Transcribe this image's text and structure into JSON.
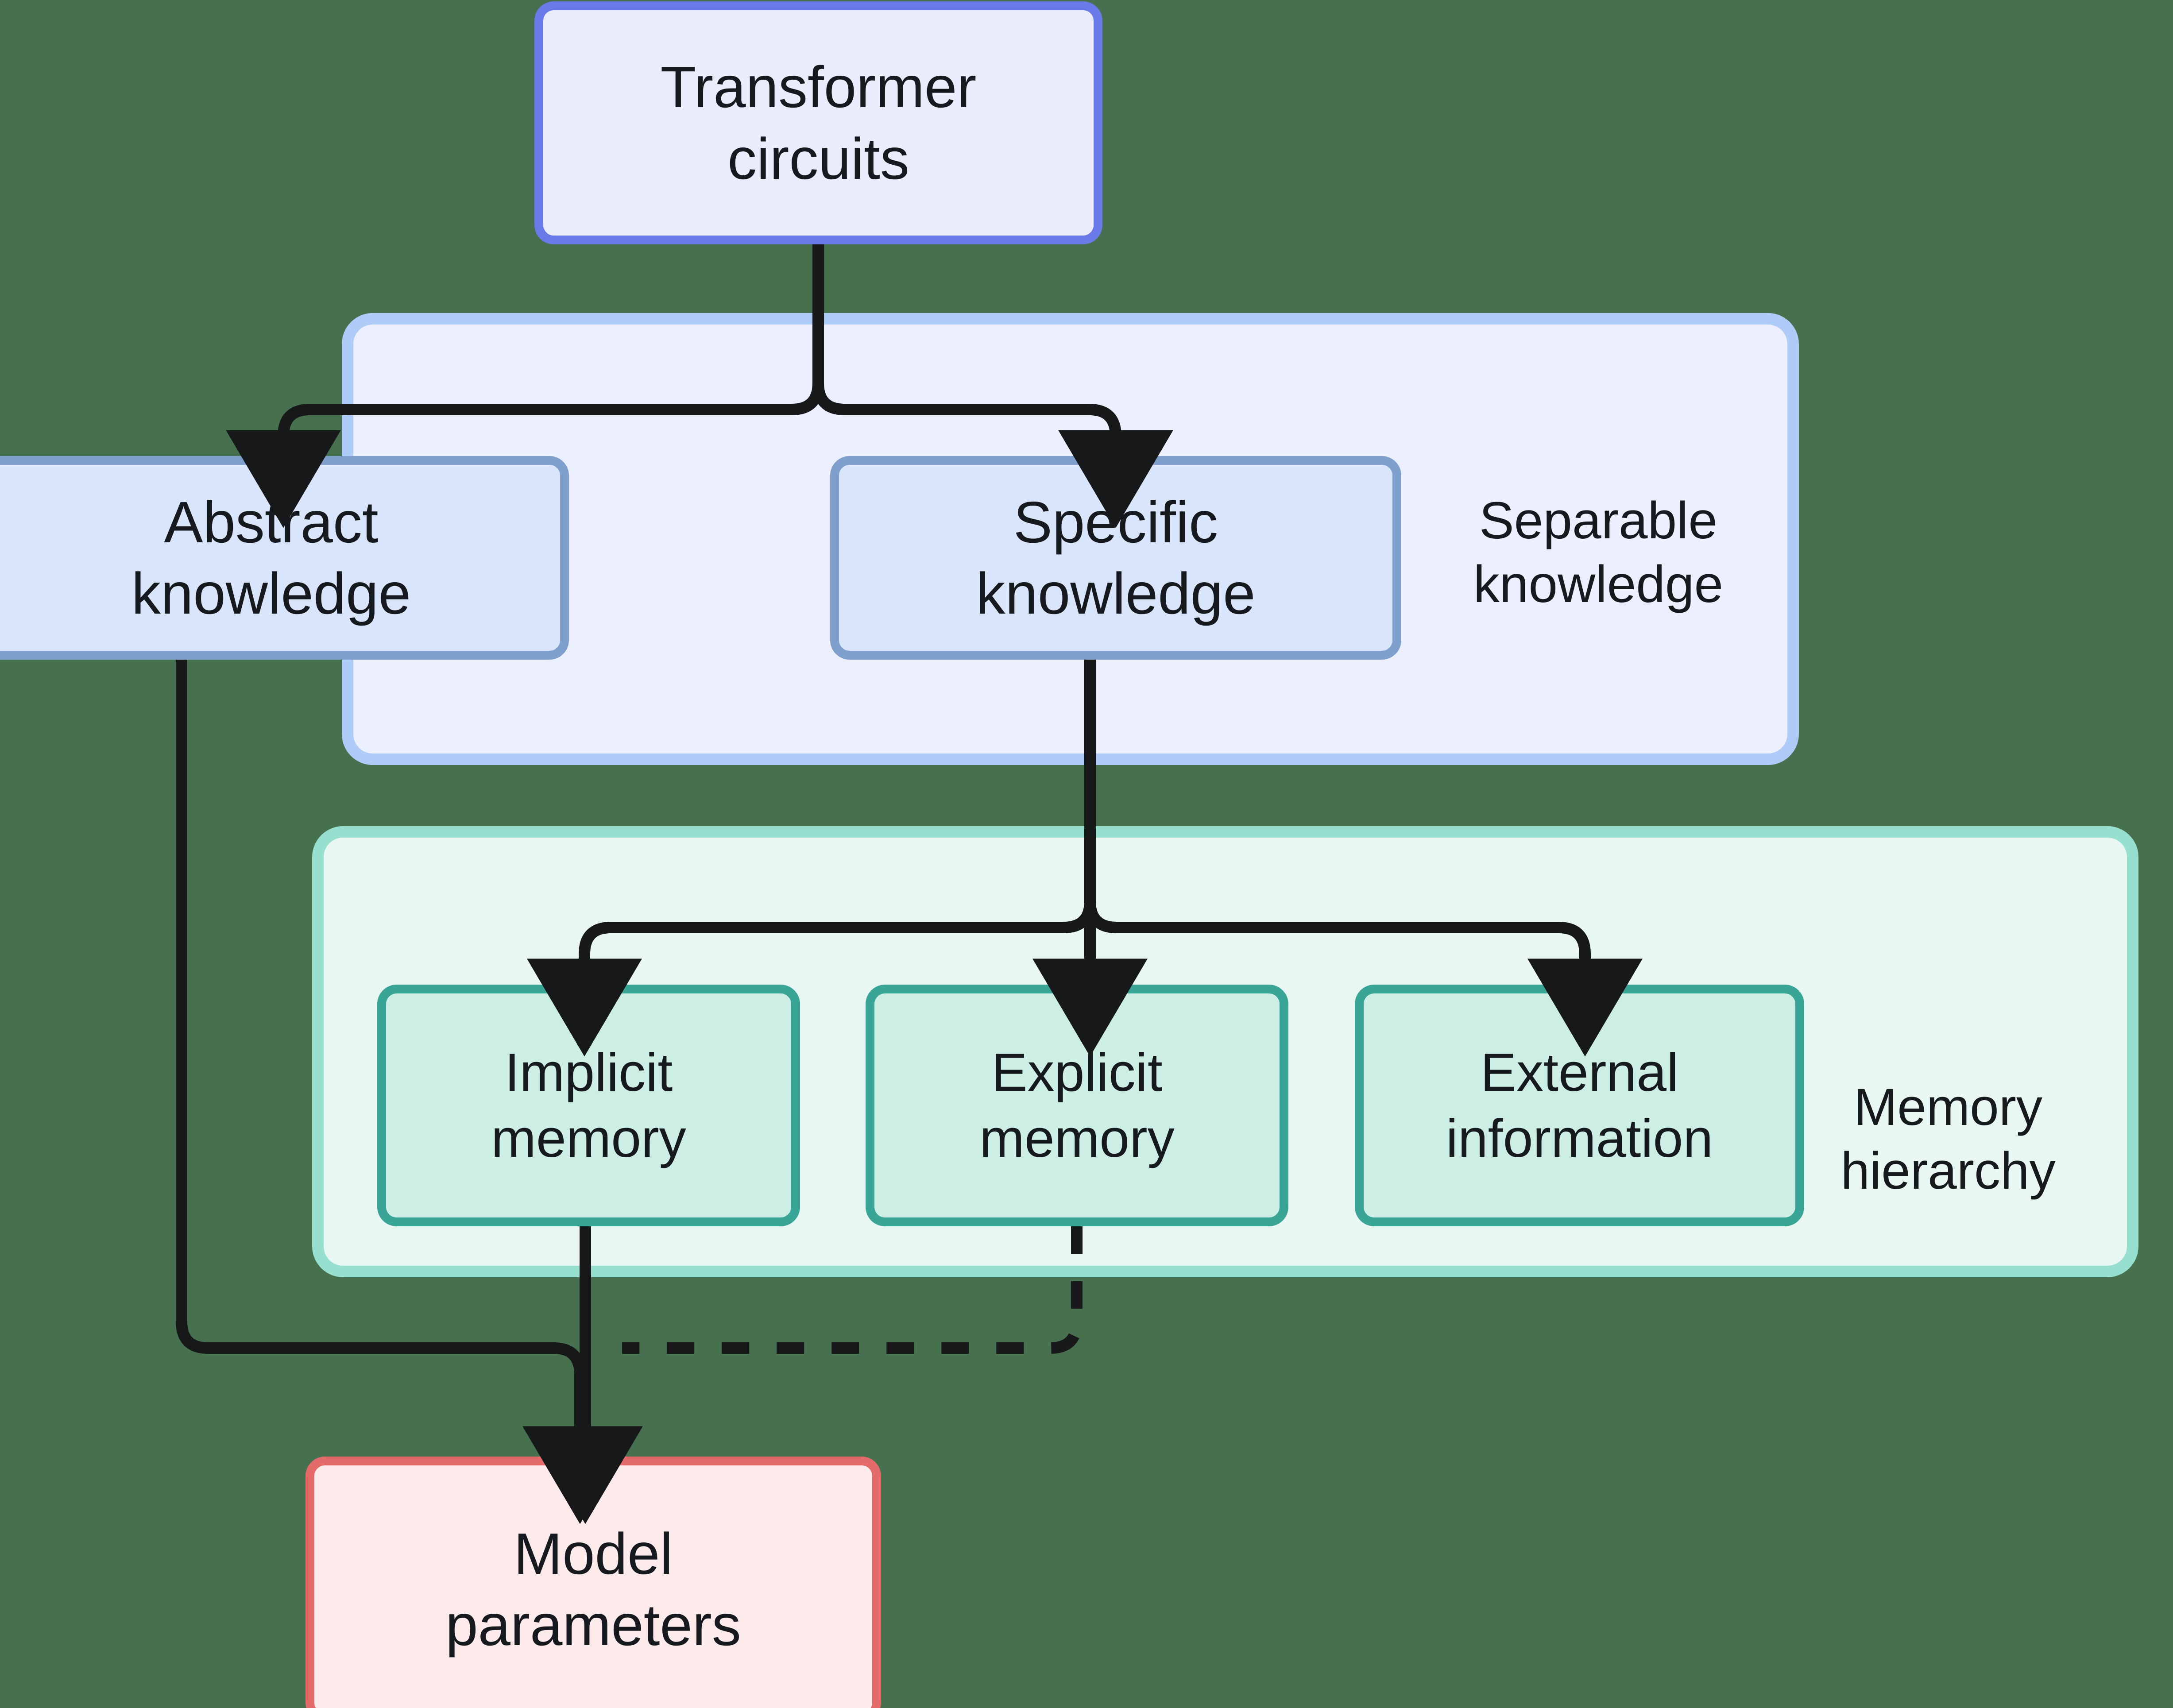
{
  "diagram": {
    "title": "Transformer circuits knowledge and memory hierarchy",
    "background_color": "#46704e",
    "nodes": {
      "root": {
        "label": "Transformer\ncircuits",
        "fill": "#eaecfb",
        "stroke": "#6a7ae8"
      },
      "abstract_knowledge": {
        "label": "Abstract\nknowledge",
        "fill": "#d9e5fa",
        "stroke": "#7fa0cd"
      },
      "specific_knowledge": {
        "label": "Specific\nknowledge",
        "fill": "#d9e5fa",
        "stroke": "#7fa0cd"
      },
      "implicit_memory": {
        "label": "Implicit\nmemory",
        "fill": "#cdeee4",
        "stroke": "#38a596"
      },
      "explicit_memory": {
        "label": "Explicit\nmemory",
        "fill": "#cdeee4",
        "stroke": "#38a596"
      },
      "external_information": {
        "label": "External\ninformation",
        "fill": "#cdeee4",
        "stroke": "#38a596"
      },
      "model_parameters": {
        "label": "Model\nparameters",
        "fill": "#fdeaea",
        "stroke": "#e56a6a"
      }
    },
    "groups": {
      "separable": {
        "label": "Separable\nknowledge",
        "fill": "#eceffd",
        "stroke": "#afcbf8"
      },
      "memory": {
        "label": "Memory\nhierarchy",
        "fill": "#e9f7f2",
        "stroke": "#97dfcf"
      }
    },
    "edges": [
      {
        "from": "root",
        "to": "abstract_knowledge",
        "style": "solid",
        "arrow": true
      },
      {
        "from": "root",
        "to": "specific_knowledge",
        "style": "solid",
        "arrow": true
      },
      {
        "from": "specific_knowledge",
        "to": "implicit_memory",
        "style": "solid",
        "arrow": true
      },
      {
        "from": "specific_knowledge",
        "to": "explicit_memory",
        "style": "solid",
        "arrow": true
      },
      {
        "from": "specific_knowledge",
        "to": "external_information",
        "style": "solid",
        "arrow": true
      },
      {
        "from": "abstract_knowledge",
        "to": "model_parameters",
        "style": "solid",
        "arrow": true
      },
      {
        "from": "implicit_memory",
        "to": "model_parameters",
        "style": "solid",
        "arrow": true
      },
      {
        "from": "explicit_memory",
        "to": "model_parameters",
        "style": "dashed",
        "arrow": false
      }
    ],
    "edge_color": "#17181a"
  }
}
